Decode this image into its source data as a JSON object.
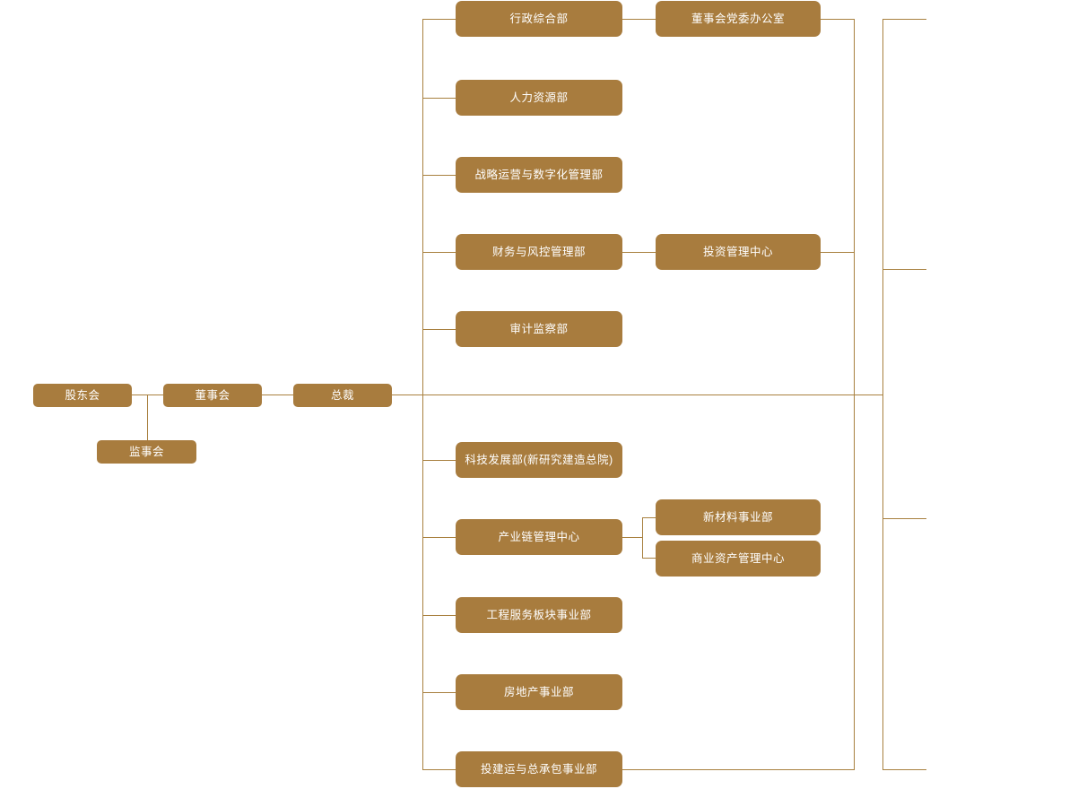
{
  "chart": {
    "type": "org-chart",
    "title": "",
    "colors": {
      "node_fill": "#A87C3E",
      "node_text": "#FFFFFF",
      "connector": "#A8803F",
      "background": "#FFFFFF"
    }
  },
  "governance": {
    "shareholders_meeting": "股东会",
    "board_of_directors": "董事会",
    "supervisory_board": "监事会",
    "president": "总裁"
  },
  "functional_departments": [
    {
      "label": "行政综合部"
    },
    {
      "label": "人力资源部"
    },
    {
      "label": "战略运营与数字化管理部"
    },
    {
      "label": "财务与风控管理部"
    },
    {
      "label": "审计监察部"
    }
  ],
  "business_units": [
    {
      "label": "科技发展部(新研究建造总院)"
    },
    {
      "label": "产业链管理中心"
    },
    {
      "label": "工程服务板块事业部"
    },
    {
      "label": "房地产事业部"
    },
    {
      "label": "投建运与总承包事业部"
    }
  ],
  "sub_units": {
    "board_party_office": "董事会党委办公室",
    "investment_management_center": "投资管理中心",
    "new_materials_division": "新材料事业部",
    "commercial_asset_management_center": "商业资产管理中心"
  }
}
